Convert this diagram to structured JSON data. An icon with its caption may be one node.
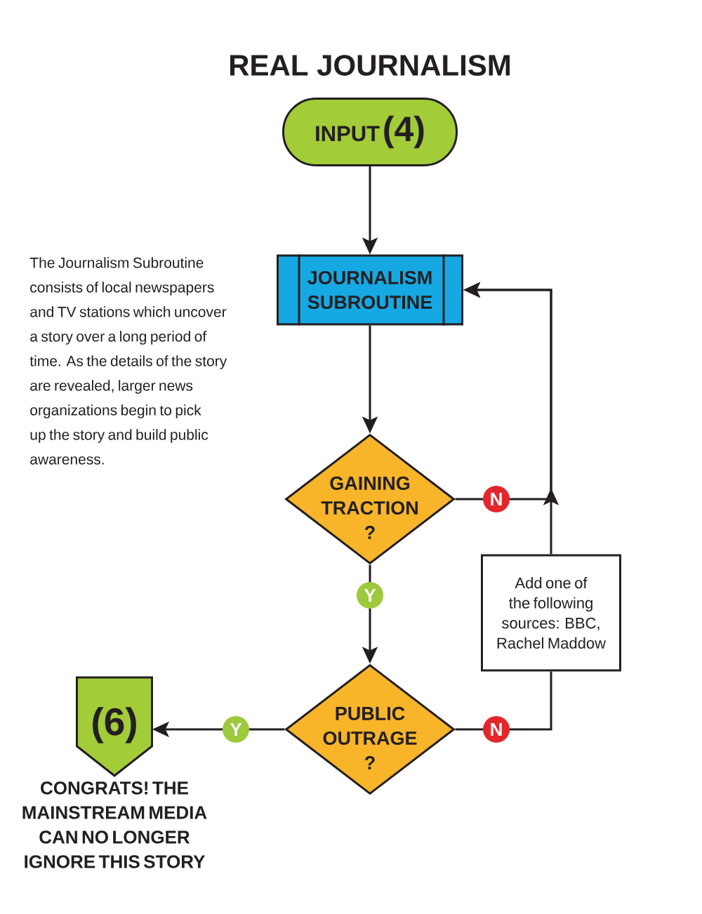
{
  "diagram": {
    "title": "REAL JOURNALISM",
    "nodes": [
      {
        "text": [
          "INPUT",
          "(4)"
        ]
      },
      {
        "text": [
          "JOURNALISM SUBROUTINE"
        ]
      },
      {
        "text": [
          "GAINING TRACTION ?"
        ]
      },
      {
        "text": [
          "Add one of the following sources: BBC, Rachel Maddow"
        ]
      },
      {
        "text": [
          "(6)"
        ],
        "beside": [
          "CONGRATS! THE MAINSTREAM MEDIA CAN NO LONGER IGNORE THIS STORY"
        ]
      },
      {
        "text": [
          "PUBLIC OUTRAGE ?"
        ]
      }
    ],
    "edges": [
      {
        "from": 0,
        "to": 1,
        "arrow": "to"
      },
      {
        "from": 1,
        "to": 2,
        "arrow": "to"
      },
      {
        "from": 2,
        "to": 5,
        "arrow": "to",
        "label": "Y"
      },
      {
        "from": 2,
        "to": 1,
        "arrow": "to",
        "label": "N"
      },
      {
        "from": 5,
        "to": 3,
        "arrow": "none",
        "label": "N"
      },
      {
        "from": 3,
        "to": 1,
        "arrow": "to"
      },
      {
        "from": 5,
        "to": 4,
        "arrow": "to",
        "label": "Y"
      }
    ],
    "labels": [
      "The Journalism Subroutine consists of local newspapers and TV stations which uncover a story over a long period of time. As the details of the story are revealed, larger news organizations begin to pick up the story and build public awareness."
    ]
  }
}
